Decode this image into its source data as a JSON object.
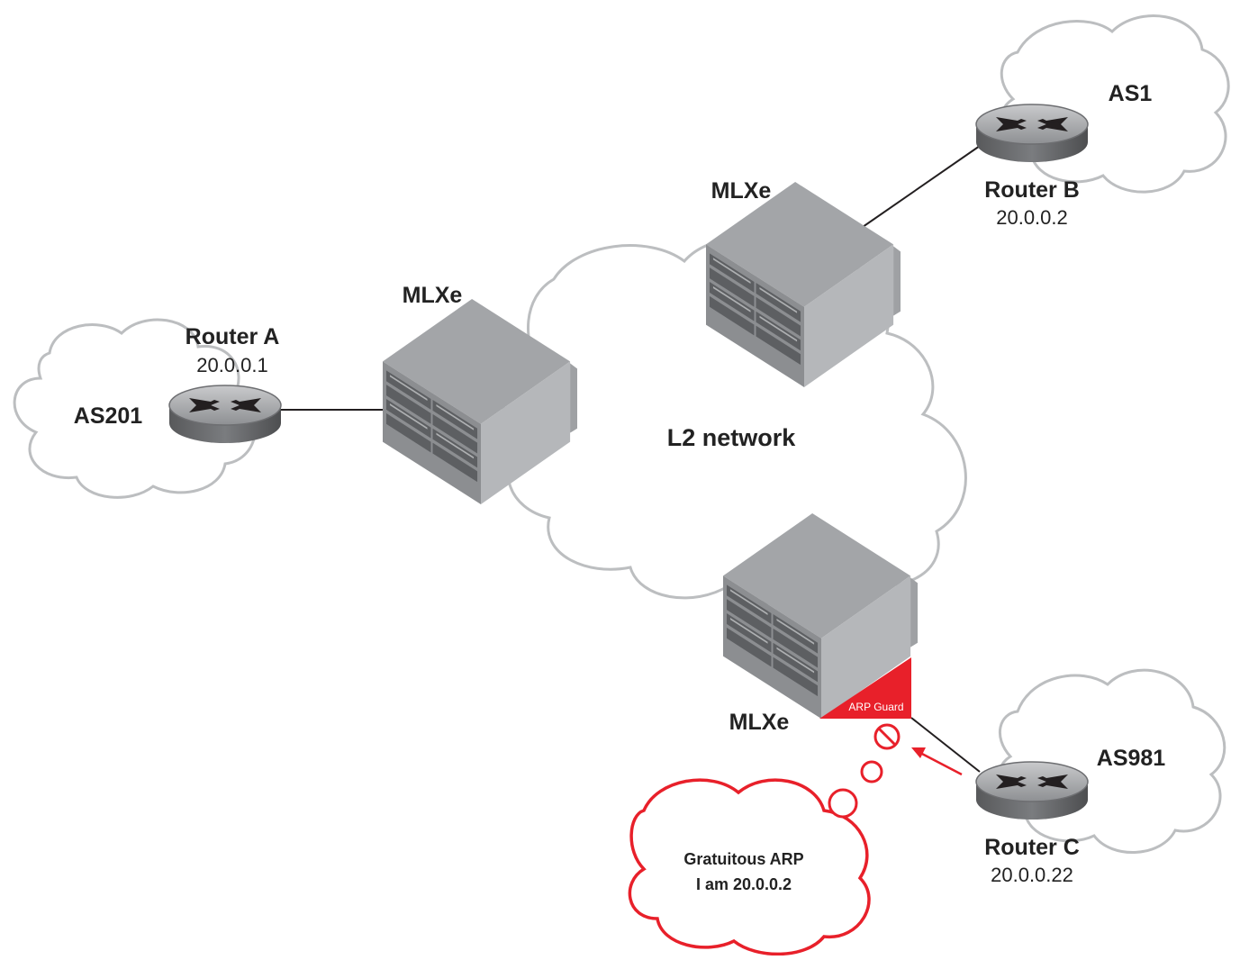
{
  "diagram": {
    "center_cloud": {
      "label": "L2 network"
    },
    "switches": {
      "left": {
        "label": "MLXe"
      },
      "top": {
        "label": "MLXe"
      },
      "bottom": {
        "label": "MLXe",
        "badge": "ARP Guard"
      }
    },
    "routers": {
      "a": {
        "name": "Router A",
        "ip": "20.0.0.1",
        "as_label": "AS201"
      },
      "b": {
        "name": "Router B",
        "ip": "20.0.0.2",
        "as_label": "AS1"
      },
      "c": {
        "name": "Router C",
        "ip": "20.0.0.22",
        "as_label": "AS981"
      }
    },
    "attack": {
      "line1": "Gratuitous ARP",
      "line2": "I am 20.0.0.2"
    },
    "colors": {
      "alert": "#e8202a",
      "device_gray": "#a7a9ac",
      "cloud_stroke": "#bcbec0",
      "link": "#231f20"
    }
  }
}
